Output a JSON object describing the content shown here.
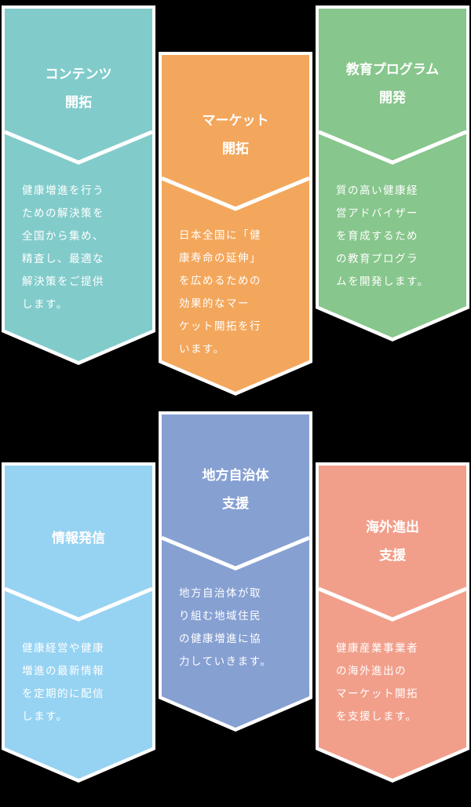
{
  "cards": [
    {
      "id": "content",
      "color": "#82cbcb",
      "title_lines": [
        "コンテンツ",
        "開拓"
      ],
      "body_lines": [
        "健康増進を行う",
        "ための解決策を",
        "全国から集め、",
        "精査し、最適な",
        "解決策をご提供",
        "します。"
      ]
    },
    {
      "id": "market",
      "color": "#f3a75c",
      "title_lines": [
        "マーケット",
        "開拓"
      ],
      "body_lines": [
        "日本全国に「健",
        "康寿命の延伸」",
        "を広めるための",
        "効果的なマー",
        "ケット開拓を行",
        "います。"
      ]
    },
    {
      "id": "education",
      "color": "#87c68c",
      "title_lines": [
        "教育プログラム",
        "開発"
      ],
      "body_lines": [
        "質の高い健康経",
        "営アドバイザー",
        "を育成するため",
        "の教育プログラ",
        "ムを開発します。"
      ]
    },
    {
      "id": "information",
      "color": "#96d3f2",
      "title_lines": [
        "情報発信"
      ],
      "body_lines": [
        "健康経営や健康",
        "増進の最新情報",
        "を定期的に配信",
        "します。"
      ]
    },
    {
      "id": "local-government",
      "color": "#86a0d2",
      "title_lines": [
        "地方自治体",
        "支援"
      ],
      "body_lines": [
        "地方自治体が取",
        "り組む地域住民",
        "の健康増進に協",
        "力していきます。"
      ]
    },
    {
      "id": "overseas",
      "color": "#f19f8b",
      "title_lines": [
        "海外進出",
        "支援"
      ],
      "body_lines": [
        "健康産業事業者",
        "の海外進出の",
        "マーケット開拓",
        "を支援します。"
      ]
    }
  ]
}
